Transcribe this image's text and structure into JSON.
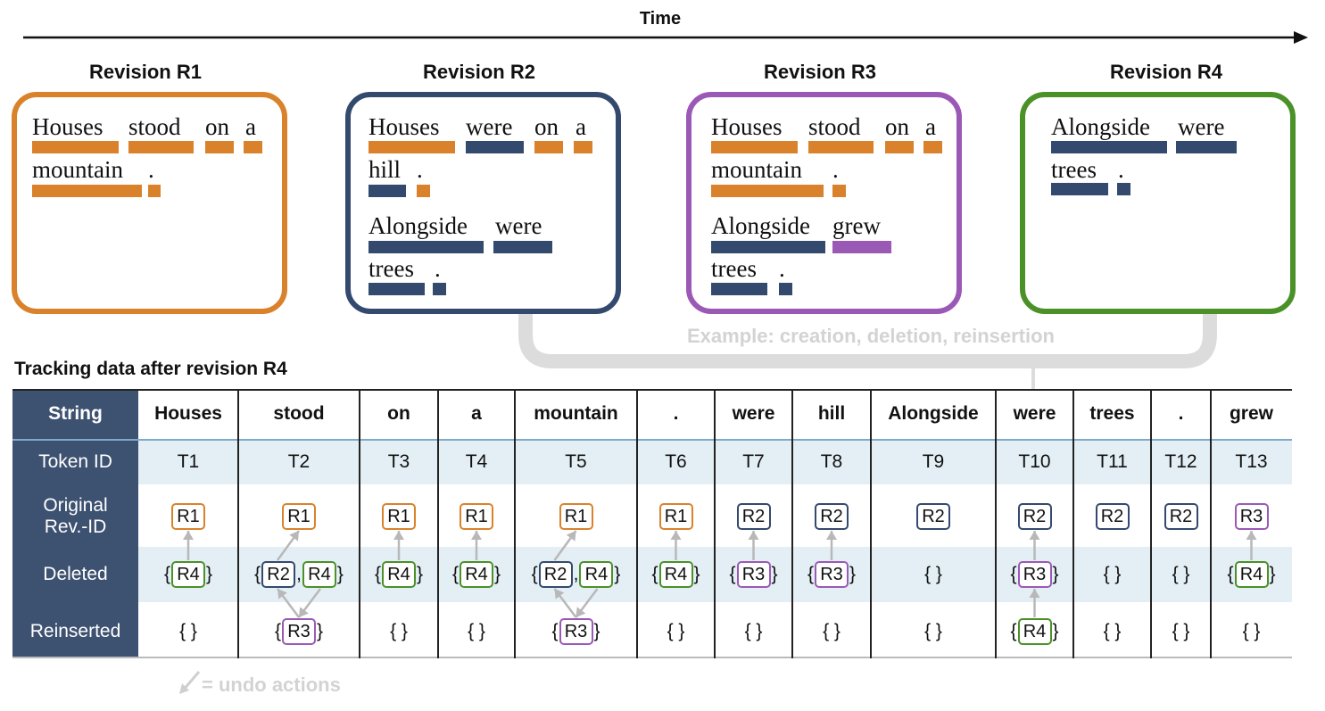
{
  "time_label": "Time",
  "revisions": [
    {
      "title": "Revision R1",
      "lines": [
        [
          {
            "w": "Houses",
            "c": "R1"
          },
          {
            "w": "stood",
            "c": "R1"
          },
          {
            "w": "on",
            "c": "R1"
          },
          {
            "w": "a",
            "c": "R1"
          }
        ],
        [
          {
            "w": "mountain",
            "c": "R1"
          },
          {
            "w": ".",
            "c": "R1"
          }
        ]
      ]
    },
    {
      "title": "Revision R2",
      "lines": [
        [
          {
            "w": "Houses",
            "c": "R1"
          },
          {
            "w": "were",
            "c": "R2"
          },
          {
            "w": "on",
            "c": "R1"
          },
          {
            "w": "a",
            "c": "R1"
          }
        ],
        [
          {
            "w": "hill",
            "c": "R2"
          },
          {
            "w": ".",
            "c": "R1"
          }
        ],
        [
          {
            "w": "Alongside",
            "c": "R2"
          },
          {
            "w": "were",
            "c": "R2"
          }
        ],
        [
          {
            "w": "trees",
            "c": "R2"
          },
          {
            "w": ".",
            "c": "R2"
          }
        ]
      ]
    },
    {
      "title": "Revision R3",
      "lines": [
        [
          {
            "w": "Houses",
            "c": "R1"
          },
          {
            "w": "stood",
            "c": "R1"
          },
          {
            "w": "on",
            "c": "R1"
          },
          {
            "w": "a",
            "c": "R1"
          }
        ],
        [
          {
            "w": "mountain",
            "c": "R1"
          },
          {
            "w": ".",
            "c": "R1"
          }
        ],
        [
          {
            "w": "Alongside",
            "c": "R2"
          },
          {
            "w": "grew",
            "c": "R3"
          }
        ],
        [
          {
            "w": "trees",
            "c": "R2"
          },
          {
            "w": ".",
            "c": "R2"
          }
        ]
      ]
    },
    {
      "title": "Revision R4",
      "lines": [
        [
          {
            "w": "Alongside",
            "c": "R2"
          },
          {
            "w": "were",
            "c": "R2"
          }
        ],
        [
          {
            "w": "trees",
            "c": "R2"
          },
          {
            "w": ".",
            "c": "R2"
          }
        ]
      ]
    }
  ],
  "colors": {
    "R1": "#d9822b",
    "R2": "#34496e",
    "R3": "#9b59b6",
    "R4": "#4a9128",
    "header_bg": "#3d5170",
    "band": "#e3eff5",
    "faint": "#d3d3d3"
  },
  "example_label": "Example: creation, deletion, reinsertion",
  "table_title": "Tracking data after revision R4",
  "row_labels": {
    "string": "String",
    "token_id": "Token ID",
    "original": "Original Rev.-ID",
    "deleted": "Deleted",
    "reinserted": "Reinserted"
  },
  "tokens": [
    {
      "string": "Houses",
      "id": "T1",
      "orig": "R1",
      "deleted": [
        "R4"
      ],
      "reinserted": []
    },
    {
      "string": "stood",
      "id": "T2",
      "orig": "R1",
      "deleted": [
        "R2",
        "R4"
      ],
      "reinserted": [
        "R3"
      ]
    },
    {
      "string": "on",
      "id": "T3",
      "orig": "R1",
      "deleted": [
        "R4"
      ],
      "reinserted": []
    },
    {
      "string": "a",
      "id": "T4",
      "orig": "R1",
      "deleted": [
        "R4"
      ],
      "reinserted": []
    },
    {
      "string": "mountain",
      "id": "T5",
      "orig": "R1",
      "deleted": [
        "R2",
        "R4"
      ],
      "reinserted": [
        "R3"
      ]
    },
    {
      "string": ".",
      "id": "T6",
      "orig": "R1",
      "deleted": [
        "R4"
      ],
      "reinserted": []
    },
    {
      "string": "were",
      "id": "T7",
      "orig": "R2",
      "deleted": [
        "R3"
      ],
      "reinserted": []
    },
    {
      "string": "hill",
      "id": "T8",
      "orig": "R2",
      "deleted": [
        "R3"
      ],
      "reinserted": []
    },
    {
      "string": "Alongside",
      "id": "T9",
      "orig": "R2",
      "deleted": [],
      "reinserted": []
    },
    {
      "string": "were",
      "id": "T10",
      "orig": "R2",
      "deleted": [
        "R3"
      ],
      "reinserted": [
        "R4"
      ]
    },
    {
      "string": "trees",
      "id": "T11",
      "orig": "R2",
      "deleted": [],
      "reinserted": []
    },
    {
      "string": ".",
      "id": "T12",
      "orig": "R2",
      "deleted": [],
      "reinserted": []
    },
    {
      "string": "grew",
      "id": "T13",
      "orig": "R3",
      "deleted": [
        "R4"
      ],
      "reinserted": []
    }
  ],
  "empty_set": "{ }",
  "legend_label": "= undo actions"
}
